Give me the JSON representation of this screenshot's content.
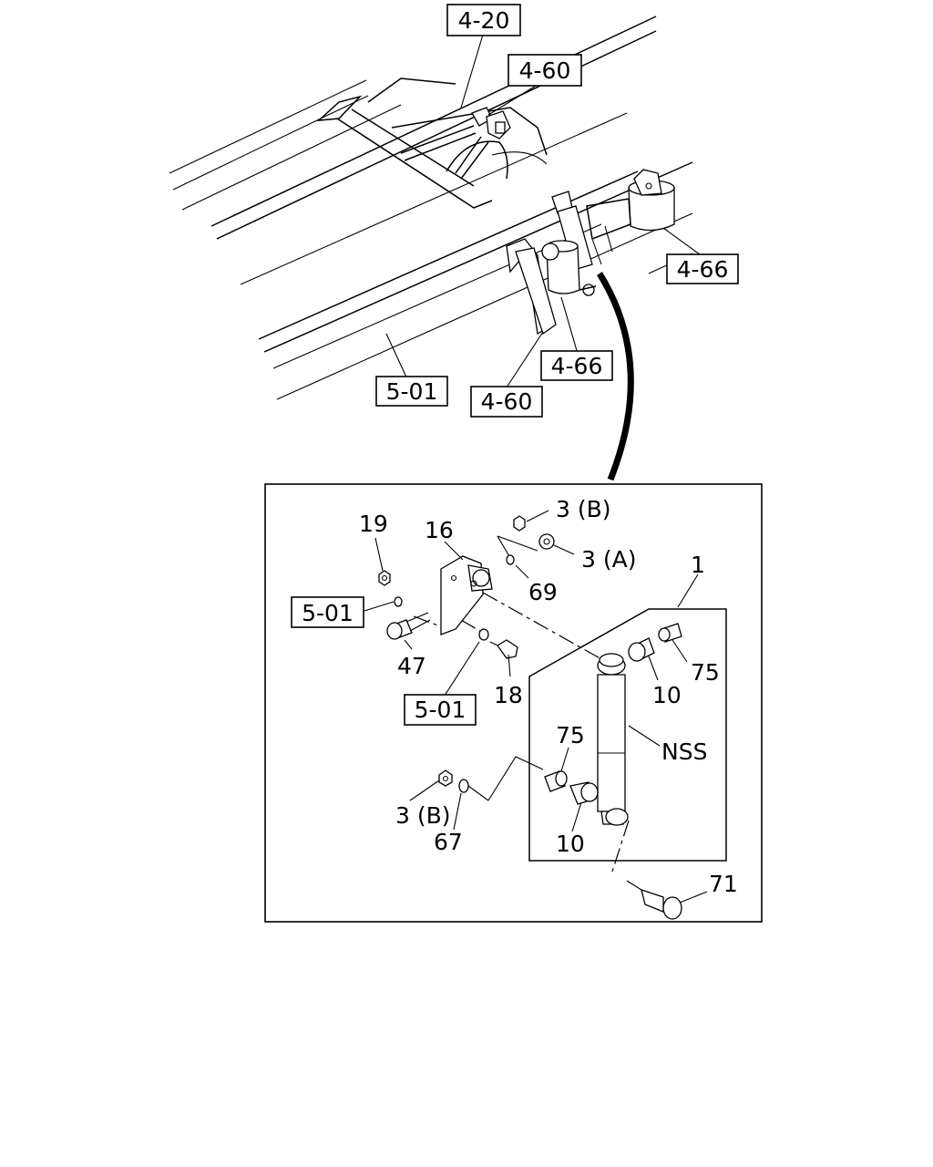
{
  "reference_labels": {
    "ref_4_20": "4-20",
    "ref_4_60_top": "4-60",
    "ref_4_66_right": "4-66",
    "ref_4_66_mid": "4-66",
    "ref_4_60_mid": "4-60",
    "ref_5_01_frame": "5-01",
    "ref_5_01_bracket": "5-01",
    "ref_5_01_lower": "5-01"
  },
  "part_labels": {
    "p1": "1",
    "p3b_top": "3 (B)",
    "p3a": "3 (A)",
    "p16": "16",
    "p19": "19",
    "p69": "69",
    "p47": "47",
    "p18": "18",
    "p10_top": "10",
    "p75_top": "75",
    "pNSS": "NSS",
    "p75_low": "75",
    "p10_low": "10",
    "p3b_low": "3 (B)",
    "p67": "67",
    "p71": "71"
  }
}
